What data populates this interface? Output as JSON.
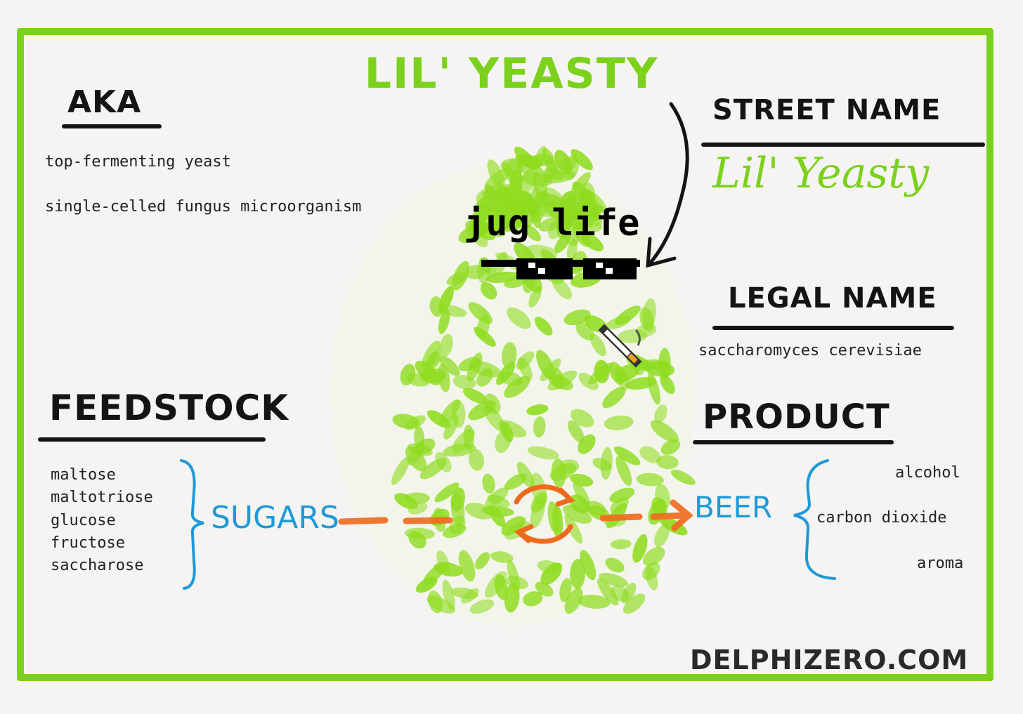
{
  "title": "LIL' YEASTY",
  "aka": {
    "heading": "AKA",
    "items": [
      "top-fermenting yeast",
      "single-celled fungus microorganism"
    ]
  },
  "street_name": {
    "heading": "STREET NAME",
    "value": "Lil' Yeasty"
  },
  "legal_name": {
    "heading": "LEGAL NAME",
    "value": "saccharomyces cerevisiae"
  },
  "feedstock": {
    "heading": "FEEDSTOCK",
    "items": [
      "maltose",
      "maltotriose",
      "glucose",
      "fructose",
      "saccharose"
    ],
    "group_label": "SUGARS"
  },
  "product": {
    "heading": "PRODUCT",
    "group_label": "BEER",
    "items": [
      "alcohol",
      "carbon dioxide",
      "aroma"
    ]
  },
  "caption": "jug life",
  "footer": "DELPHIZERO.COM",
  "colors": {
    "frame": "#7cd11c",
    "yeast": "#8fdc1f",
    "blue": "#1f9ad6",
    "orange": "#f06a1e",
    "ink": "#141414"
  },
  "icons": [
    "sunglasses-icon",
    "cigarette-icon",
    "cycle-arrows-icon"
  ]
}
